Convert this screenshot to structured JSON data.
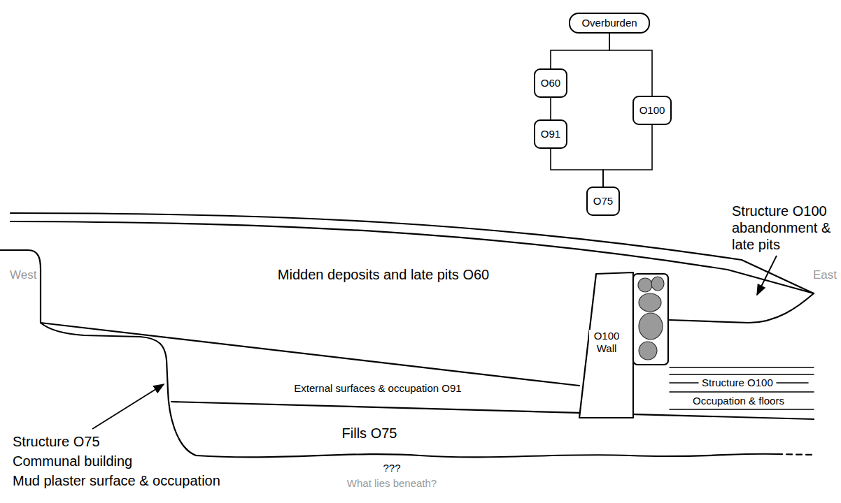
{
  "diagram": {
    "nodes": [
      {
        "text": [
          "Overburden"
        ]
      },
      {
        "text": [
          "O60"
        ]
      },
      {
        "text": [
          "O100"
        ]
      },
      {
        "text": [
          "O91"
        ]
      },
      {
        "text": [
          "O75"
        ]
      }
    ],
    "edges": [
      {
        "from": 0,
        "to": 1,
        "arrow": "none"
      },
      {
        "from": 0,
        "to": 2,
        "arrow": "none"
      },
      {
        "from": 1,
        "to": 3,
        "arrow": "none"
      },
      {
        "from": 3,
        "to": 4,
        "arrow": "none"
      },
      {
        "from": 2,
        "to": 4,
        "arrow": "none"
      }
    ],
    "labels": [
      "West",
      "East",
      "Midden deposits and late pits O60",
      "O100 Wall",
      "Structure O100 abandonment & late pits",
      "External surfaces & occupation O91",
      "Structure O100",
      "Occupation & floors",
      "Fills O75",
      "Structure O75",
      "Communal building",
      "Mud plaster surface & occupation",
      "???",
      "What lies beneath?"
    ]
  }
}
